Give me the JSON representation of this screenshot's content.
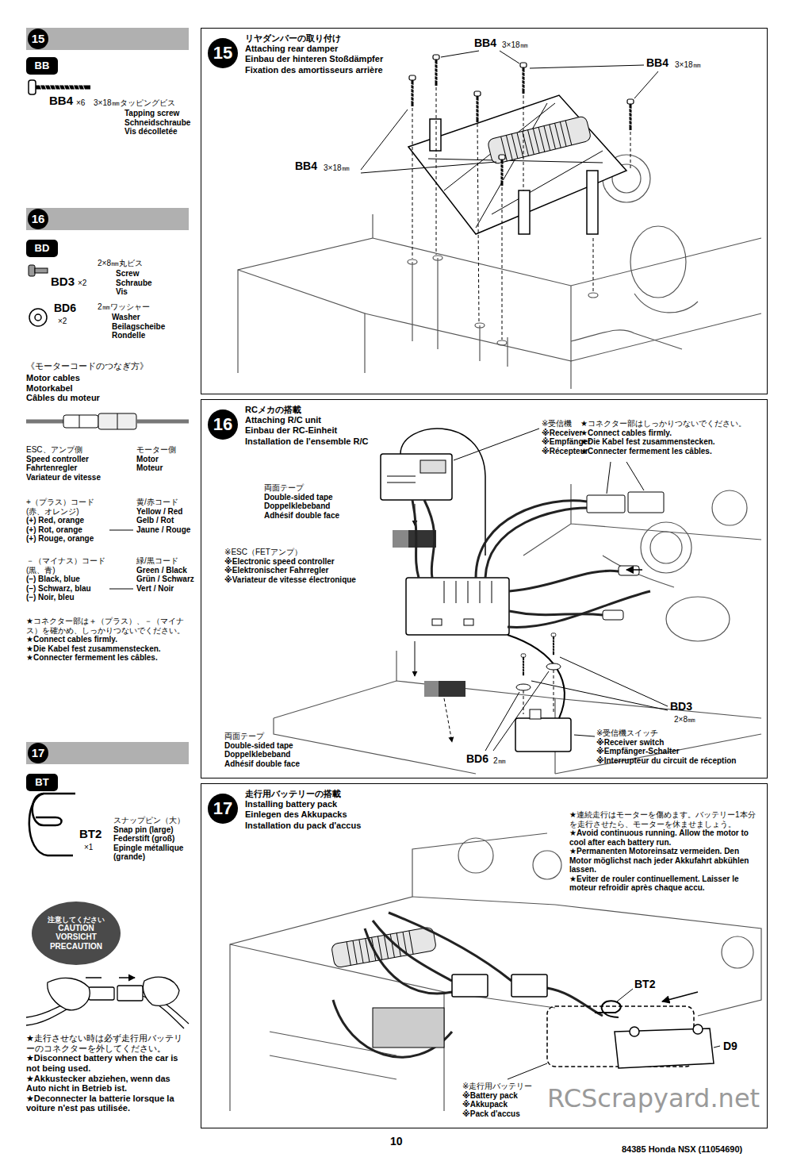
{
  "diagram": {
    "nodes": [
      {
        "text": [
          "15"
        ]
      },
      {
        "text": [
          "BB"
        ]
      },
      {
        "text": [
          "16"
        ]
      },
      {
        "text": [
          "BD"
        ]
      },
      {
        "text": [
          "17"
        ]
      },
      {
        "text": [
          "BT"
        ]
      },
      {
        "text": [
          "注意してください",
          "CAUTION",
          "VORSICHT",
          "PRECAUTION"
        ]
      },
      {
        "text": [
          "リヤダンパーの取り付け",
          "Attaching rear damper",
          "Einbau der hinteren Stoßdämpfer",
          "Fixation des amortisseurs arrière"
        ]
      },
      {
        "text": [
          "15"
        ],
        "in": 7
      },
      {
        "text": [
          "RCメカの搭載",
          "Attaching R/C unit",
          "Einbau der RC-Einheit",
          "Installation de l'ensemble R/C"
        ]
      },
      {
        "text": [
          "16"
        ],
        "in": 9
      },
      {
        "text": [
          "走行用バッテリーの搭載",
          "Installing battery pack",
          "Einlegen des Akkupacks",
          "Installation du pack d'accus"
        ]
      },
      {
        "text": [
          "17"
        ],
        "in": 11
      }
    ],
    "labels": [
      "BB4",
      "×6",
      "3×18㎜タッピングビス",
      "Tapping screw",
      "Schneidschraube",
      "Vis décolletée",
      "2×8㎜丸ビス",
      "Screw",
      "Schraube",
      "Vis",
      "BD3",
      "×2",
      "BD6",
      "×2",
      "2㎜ワッシャー",
      "Washer",
      "Beilagscheibe",
      "Rondelle",
      "《モーターコードのつなぎ方》",
      "Motor cables",
      "Motorkabel",
      "Câbles du moteur",
      "ESC、アンプ側",
      "Speed controller",
      "Fahrtenregler",
      "Variateur de vitesse",
      "モーター側",
      "Motor",
      "Moteur",
      "+（プラス）コード",
      "(赤、オレンジ)",
      "(+) Red, orange",
      "(+) Rot, orange",
      "(+) Rouge, orange",
      "黄/赤コード",
      "Yellow / Red",
      "Gelb / Rot",
      "Jaune / Rouge",
      "－（マイナス）コード",
      "(黒、青)",
      "(–) Black, blue",
      "(–) Schwarz, blau",
      "(–) Noir, bleu",
      "緑/黒コード",
      "Green / Black",
      "Grün / Schwarz",
      "Vert / Noir",
      "★コネクター部は＋（プラス）、－（マイナス）を確かめ、しっかりつないでください。",
      "★Connect cables firmly.",
      "★Die Kabel fest zusammenstecken.",
      "★Connecter fermement les câbles.",
      "BT2",
      "×1",
      "スナップピン（大）",
      "Snap pin (large)",
      "Federstift (groß)",
      "Epingle métallique (grande)",
      "★走行させない時は必ず走行用バッテリーのコネクターを外してください。",
      "★Disconnect battery when the car is not being used.",
      "★Akkustecker abziehen, wenn das Auto nicht in Betrieb ist.",
      "★Deconnecter la batterie lorsque la voiture n'est pas utilisée.",
      "BB4",
      "3×18㎜",
      "BB4",
      "3×18㎜",
      "BB4",
      "3×18㎜",
      "※受信機",
      "※Receiver",
      "※Empfänger",
      "※Récepteur",
      "★コネクター部はしっかりつないでください。",
      "★Connect cables firmly.",
      "★Die Kabel fest zusammenstecken.",
      "★Connecter fermement les câbles.",
      "両面テープ",
      "Double-sided tape",
      "Doppelklebeband",
      "Adhésif double face",
      "※ESC（FETアンプ）",
      "※Electronic speed controller",
      "※Elektronischer Fahrregler",
      "※Variateur de vitesse électronique",
      "両面テープ",
      "Double-sided tape",
      "Doppelklebeband",
      "Adhésif double face",
      "BD3",
      "2×8㎜",
      "BD6",
      "2㎜",
      "※受信機スイッチ",
      "※Receiver switch",
      "※Empfänger-Schalter",
      "※Interrupteur du circuit de réception",
      "★連続走行はモーターを傷めます。バッテリー1本分を走行させたら、モーターを休ませましょう。",
      "★Avoid continuous running. Allow the motor to cool after each battery run.",
      "★Permanenten Motoreinsatz vermeiden. Den Motor möglichst nach jeder Akkufahrt abkühlen lassen.",
      "★Eviter de rouler continuellement. Laisser le moteur refroidir après chaque accu.",
      "BT2",
      "D9",
      "※走行用バッテリー",
      "※Battery pack",
      "※Akkupack",
      "※Pack d'accus",
      "10",
      "84385 Honda NSX (11054690)",
      "RCScrapyard.net"
    ]
  }
}
